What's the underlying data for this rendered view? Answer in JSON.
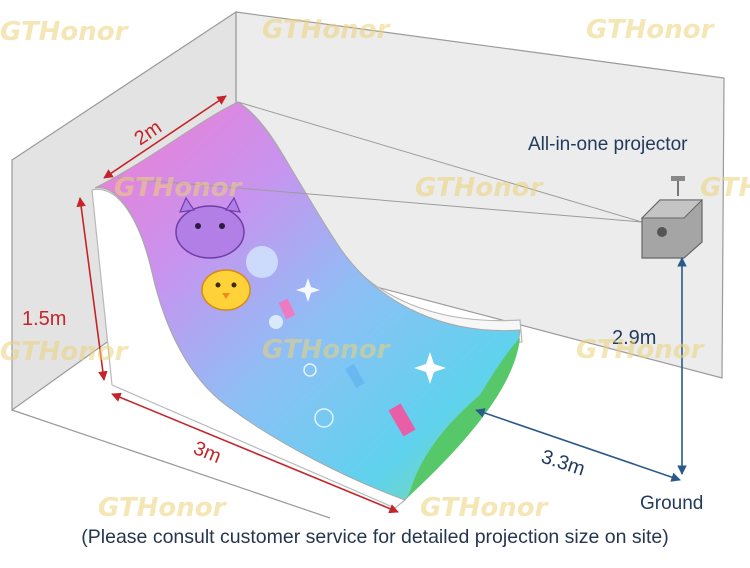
{
  "labels": {
    "projector": "All-in-one projector",
    "ground": "Ground",
    "height_2_9": "2.9m",
    "distance_3_3": "3.3m",
    "width_2": "2m",
    "height_1_5": "1.5m",
    "length_3": "3m"
  },
  "watermark": "GTHonor",
  "caption": "(Please consult customer service for detailed projection size on site)",
  "colors": {
    "dimension_red": "#c4252a",
    "dimension_blue": "#2a5a8a",
    "label_text": "#1f3a5c",
    "wall_fill": "#e9e9e9",
    "watermark": "#ecd27a"
  }
}
